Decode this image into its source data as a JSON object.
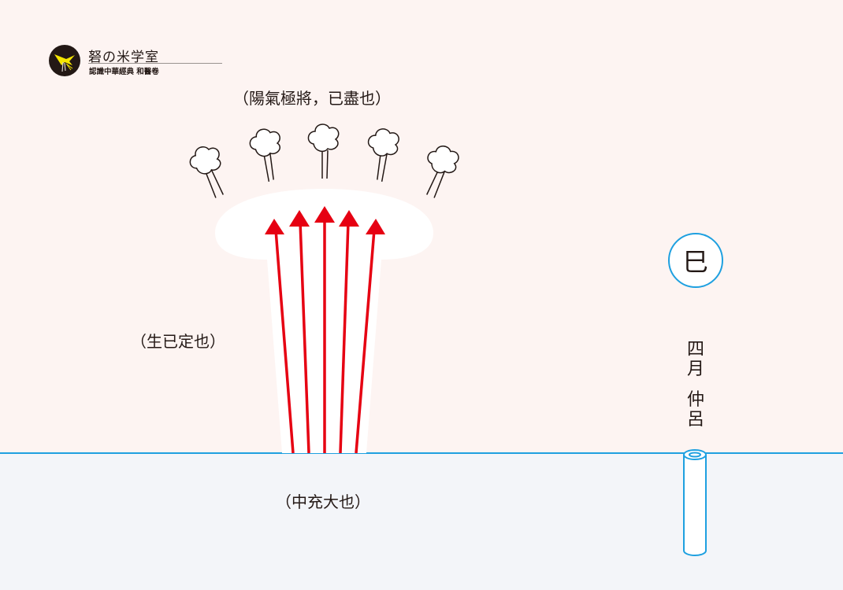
{
  "logo": {
    "title": "砮の米学室",
    "subtitle": "認識中華經典 和醫卷",
    "icon": "bird-emblem-icon",
    "colors": {
      "badge": "#231815",
      "bird": "#f5e600"
    }
  },
  "captions": {
    "top": "（陽氣極將，已盡也）",
    "left": "（生已定也）",
    "bottom": "（中充大也）"
  },
  "branch": {
    "character": "巳",
    "ring_color": "#1ea0e0"
  },
  "month": {
    "line1": [
      "四",
      "月"
    ],
    "line2": [
      "仲",
      "呂"
    ]
  },
  "diagram": {
    "arrow_count": 5,
    "cloud_count": 5,
    "arrow_color": "#e60012",
    "horizon_color": "#1ea0e0",
    "sky_color": "#fdf4f2",
    "ground_color": "#f3f5f9"
  }
}
